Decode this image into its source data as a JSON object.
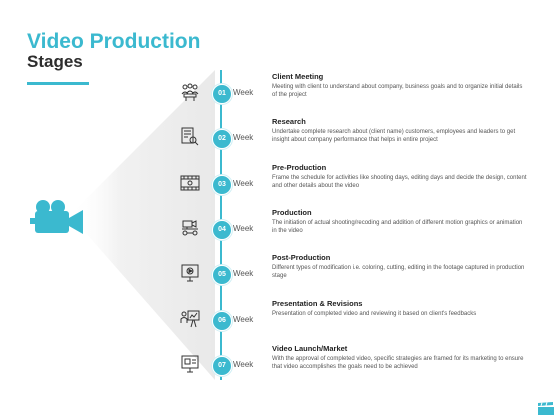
{
  "header": {
    "title": "Video Production",
    "subtitle": "Stages"
  },
  "colors": {
    "accent": "#3bb9cf",
    "text_dark": "#222222",
    "text_body": "#555555"
  },
  "main_icon": "video-camera-icon",
  "stages": [
    {
      "number": "01",
      "week_label": "Week",
      "icon": "meeting-people-icon",
      "title": "Client Meeting",
      "description": "Meeting with client to understand about company, business goals and to organize initial details of the project"
    },
    {
      "number": "02",
      "week_label": "Week",
      "icon": "document-search-icon",
      "title": "Research",
      "description": "Undertake complete research about (client name) customers, employees and leaders to get insight about company performance that helps in entire project"
    },
    {
      "number": "03",
      "week_label": "Week",
      "icon": "film-strip-icon",
      "title": "Pre-Production",
      "description": "Frame the schedule for activities like shooting days, editing days and decide the design, content and other details about the video"
    },
    {
      "number": "04",
      "week_label": "Week",
      "icon": "camera-cart-icon",
      "title": "Production",
      "description": "The initiation of actual shooting/recoding and addition of different motion graphics or animation in the video"
    },
    {
      "number": "05",
      "week_label": "Week",
      "icon": "monitor-play-icon",
      "title": "Post-Production",
      "description": "Different types of modification i.e. coloring, cutting, editing in the footage captured in production stage"
    },
    {
      "number": "06",
      "week_label": "Week",
      "icon": "presentation-board-icon",
      "title": "Presentation & Revisions",
      "description": "Presentation of completed video and reviewing it based on client's feedbacks"
    },
    {
      "number": "07",
      "week_label": "Week",
      "icon": "video-launch-icon",
      "title": "Video Launch/Market",
      "description": "With the approval of completed video, specific strategies are framed for its marketing to ensure that video accomplishes the goals need to be achieved"
    }
  ]
}
